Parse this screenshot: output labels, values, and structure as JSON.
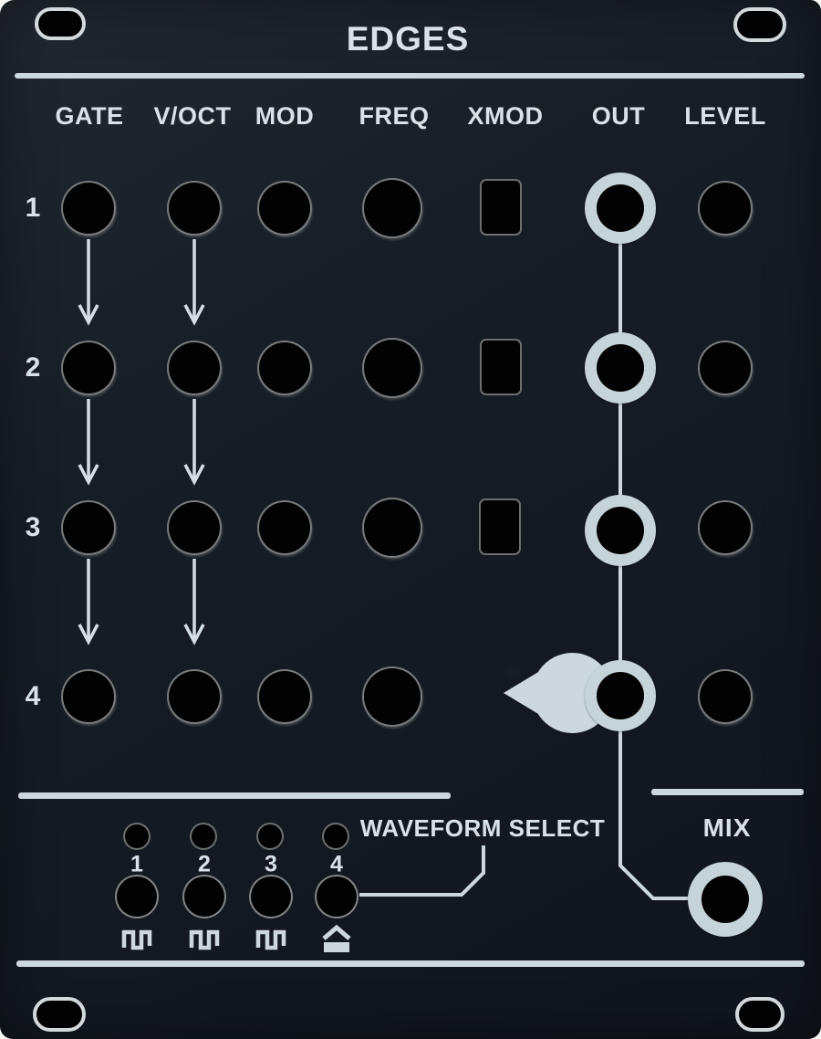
{
  "title": "EDGES",
  "columns": [
    "GATE",
    "V/OCT",
    "MOD",
    "FREQ",
    "XMOD",
    "OUT",
    "LEVEL"
  ],
  "row_labels": [
    "1",
    "2",
    "3",
    "4"
  ],
  "waveform_select": {
    "label": "WAVEFORM SELECT",
    "channel_labels": [
      "1",
      "2",
      "3",
      "4"
    ],
    "icons": [
      "square-wave",
      "square-wave",
      "square-wave",
      "triangle-wave"
    ]
  },
  "mix": {
    "label": "MIX"
  },
  "icons": {
    "xmod_channel4": "pacman-icon",
    "normalization": "down-arrow-icon"
  },
  "colors": {
    "panel": "#161c23",
    "silkscreen": "#d9e2e6",
    "jack_ring": "#c6d4da",
    "hole": "#020202",
    "photo_background": "#f7f7f4"
  }
}
